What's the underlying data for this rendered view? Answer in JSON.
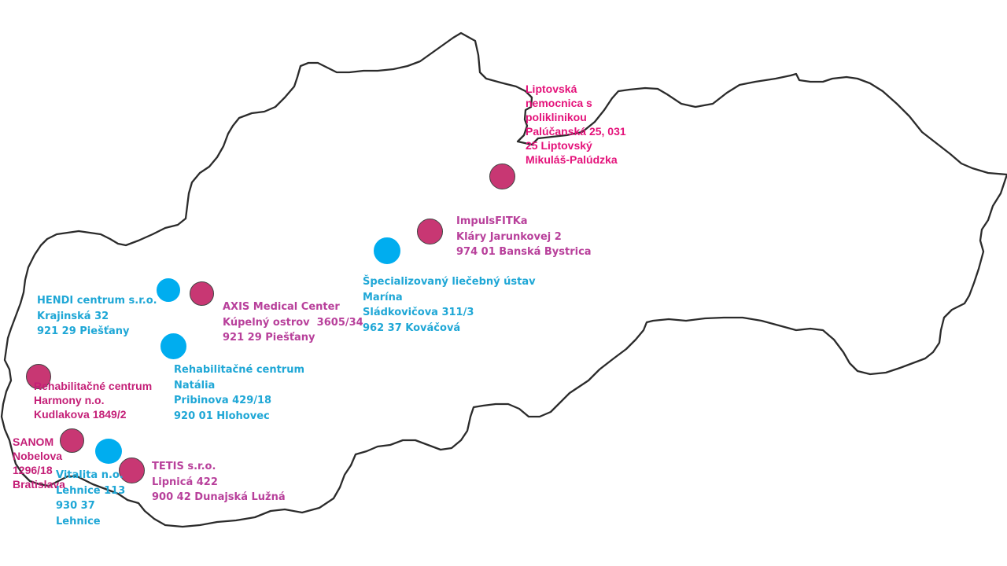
{
  "colors": {
    "outline": "#2b2b2b",
    "marker_pink": "#c83773",
    "marker_blue": "#00adef",
    "text_pink": "#e4127a",
    "text_magenta": "#c41f77",
    "text_violet": "#b8409b",
    "text_blue": "#1fa7d6"
  },
  "locations": [
    {
      "id": "liptovska",
      "marker": "pink",
      "lines": [
        "Liptovská",
        "nemocnica s",
        "poliklinikou",
        "Palúčanská 25, 031",
        "25 Liptovský",
        "Mikuláš-Palúdzka"
      ]
    },
    {
      "id": "impuls",
      "marker": "pink",
      "lines": [
        "ImpulsFITKa",
        "Kláry Jarunkovej 2",
        "974 01 Banská Bystrica"
      ]
    },
    {
      "id": "marina",
      "marker": "blue",
      "lines": [
        "Špecializovaný liečebný ústav",
        "Marína",
        "Sládkovičova 311/3",
        "962 37 Kováčová"
      ]
    },
    {
      "id": "hendi",
      "marker": "blue",
      "lines": [
        "HENDI centrum s.r.o.",
        "Krajinská 32",
        "921 29 Piešťany"
      ]
    },
    {
      "id": "axis",
      "marker": "pink",
      "lines": [
        "AXIS Medical Center",
        "Kúpelný ostrov  3605/34",
        "921 29 Piešťany"
      ]
    },
    {
      "id": "natalia",
      "marker": "blue",
      "lines": [
        "Rehabilitačné centrum",
        "Natália",
        "Pribinova 429/18",
        "920 01 Hlohovec"
      ]
    },
    {
      "id": "harmony",
      "marker": "pink",
      "lines": [
        "Rehabilitačné centrum",
        "Harmony n.o.",
        "Kudlakova 1849/2"
      ]
    },
    {
      "id": "sanom",
      "marker": "pink",
      "lines": [
        "SANOM",
        "Nobelova",
        "1296/18",
        "Bratislava"
      ]
    },
    {
      "id": "vitalita",
      "marker": "blue",
      "lines": [
        "Vitalita n.o.",
        "Lehnice 113",
        "930 37",
        "Lehnice"
      ]
    },
    {
      "id": "tetis",
      "marker": "pink",
      "lines": [
        "TETIS s.r.o.",
        "Lipnicá 422",
        "900 42 Dunajská Lužná"
      ]
    }
  ]
}
